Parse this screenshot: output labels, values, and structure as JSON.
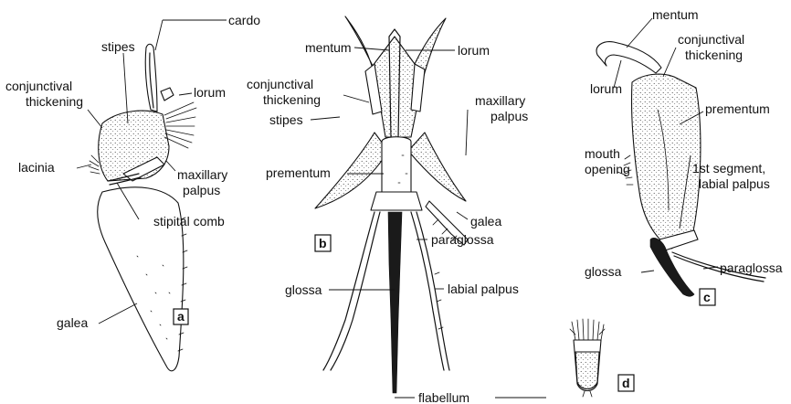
{
  "figure": {
    "panel_a": {
      "panel_label": "a",
      "labels": {
        "cardo": "cardo",
        "stipes": "stipes",
        "conjunctival_thickening": "conjunctival\nthickening",
        "lorum": "lorum",
        "lacinia": "lacinia",
        "maxillary_palpus": "maxillary\npalpus",
        "stipital_comb": "stipital comb",
        "galea": "galea"
      }
    },
    "panel_b": {
      "panel_label": "b",
      "labels": {
        "mentum": "mentum",
        "lorum": "lorum",
        "conjunctival_thickening": "conjunctival\nthickening",
        "stipes": "stipes",
        "maxillary_palpus": "maxillary\npalpus",
        "prementum": "prementum",
        "galea": "galea",
        "paraglossa": "paraglossa",
        "glossa": "glossa",
        "labial_palpus": "labial palpus",
        "flabellum": "flabellum"
      }
    },
    "panel_c": {
      "panel_label": "c",
      "labels": {
        "mentum": "mentum",
        "conjunctival_thickening": "conjunctival\nthickening",
        "lorum": "lorum",
        "prementum": "prementum",
        "mouth_opening": "mouth\nopening",
        "first_segment_labial_palpus": "1st segment,\nlabial palpus",
        "glossa": "glossa",
        "paraglossa": "paraglossa"
      }
    },
    "panel_d": {
      "panel_label": "d"
    }
  }
}
